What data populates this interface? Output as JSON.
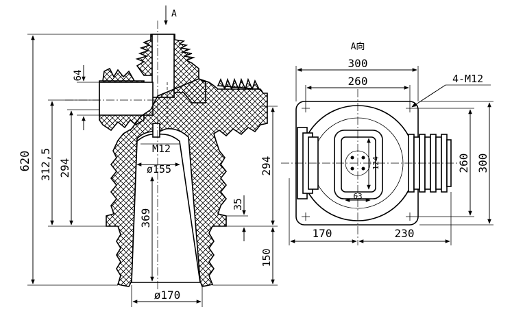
{
  "view_label": "A向",
  "arrow_label": "A",
  "colors": {
    "line": "#000000",
    "background": "#ffffff",
    "hatch": "#000000"
  },
  "side_view": {
    "overall_height": "620",
    "height_312": "312,5",
    "height_294_left": "294",
    "height_294_right": "294",
    "depth_64": "64",
    "depth_35": "35",
    "depth_150": "150",
    "thread_label": "M12",
    "diameter_155": "ø155",
    "height_369": "369",
    "diameter_170": "ø170"
  },
  "top_view": {
    "width_300": "300",
    "width_260": "260",
    "bolt_label": "4-M12",
    "height_260": "260",
    "height_300": "300",
    "inner_124": "124",
    "inner_63": "63",
    "offset_170": "170",
    "offset_230": "230"
  }
}
